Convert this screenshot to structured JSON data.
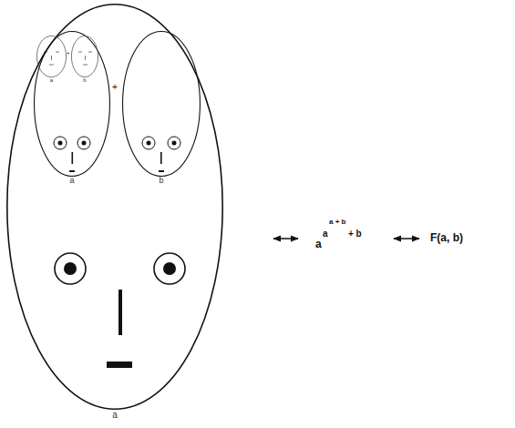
{
  "diagram": {
    "nodes": [
      {
        "text": [
          "a"
        ]
      },
      {
        "text": [
          "a"
        ],
        "in": 0
      },
      {
        "text": [
          "b"
        ],
        "in": 0
      },
      {
        "text": [
          "a"
        ],
        "in": 1
      },
      {
        "text": [
          "b"
        ],
        "in": 1
      }
    ],
    "labels": [
      "+",
      "+",
      "a",
      "a",
      "a + b",
      "+ b",
      "F(a, b)"
    ]
  }
}
